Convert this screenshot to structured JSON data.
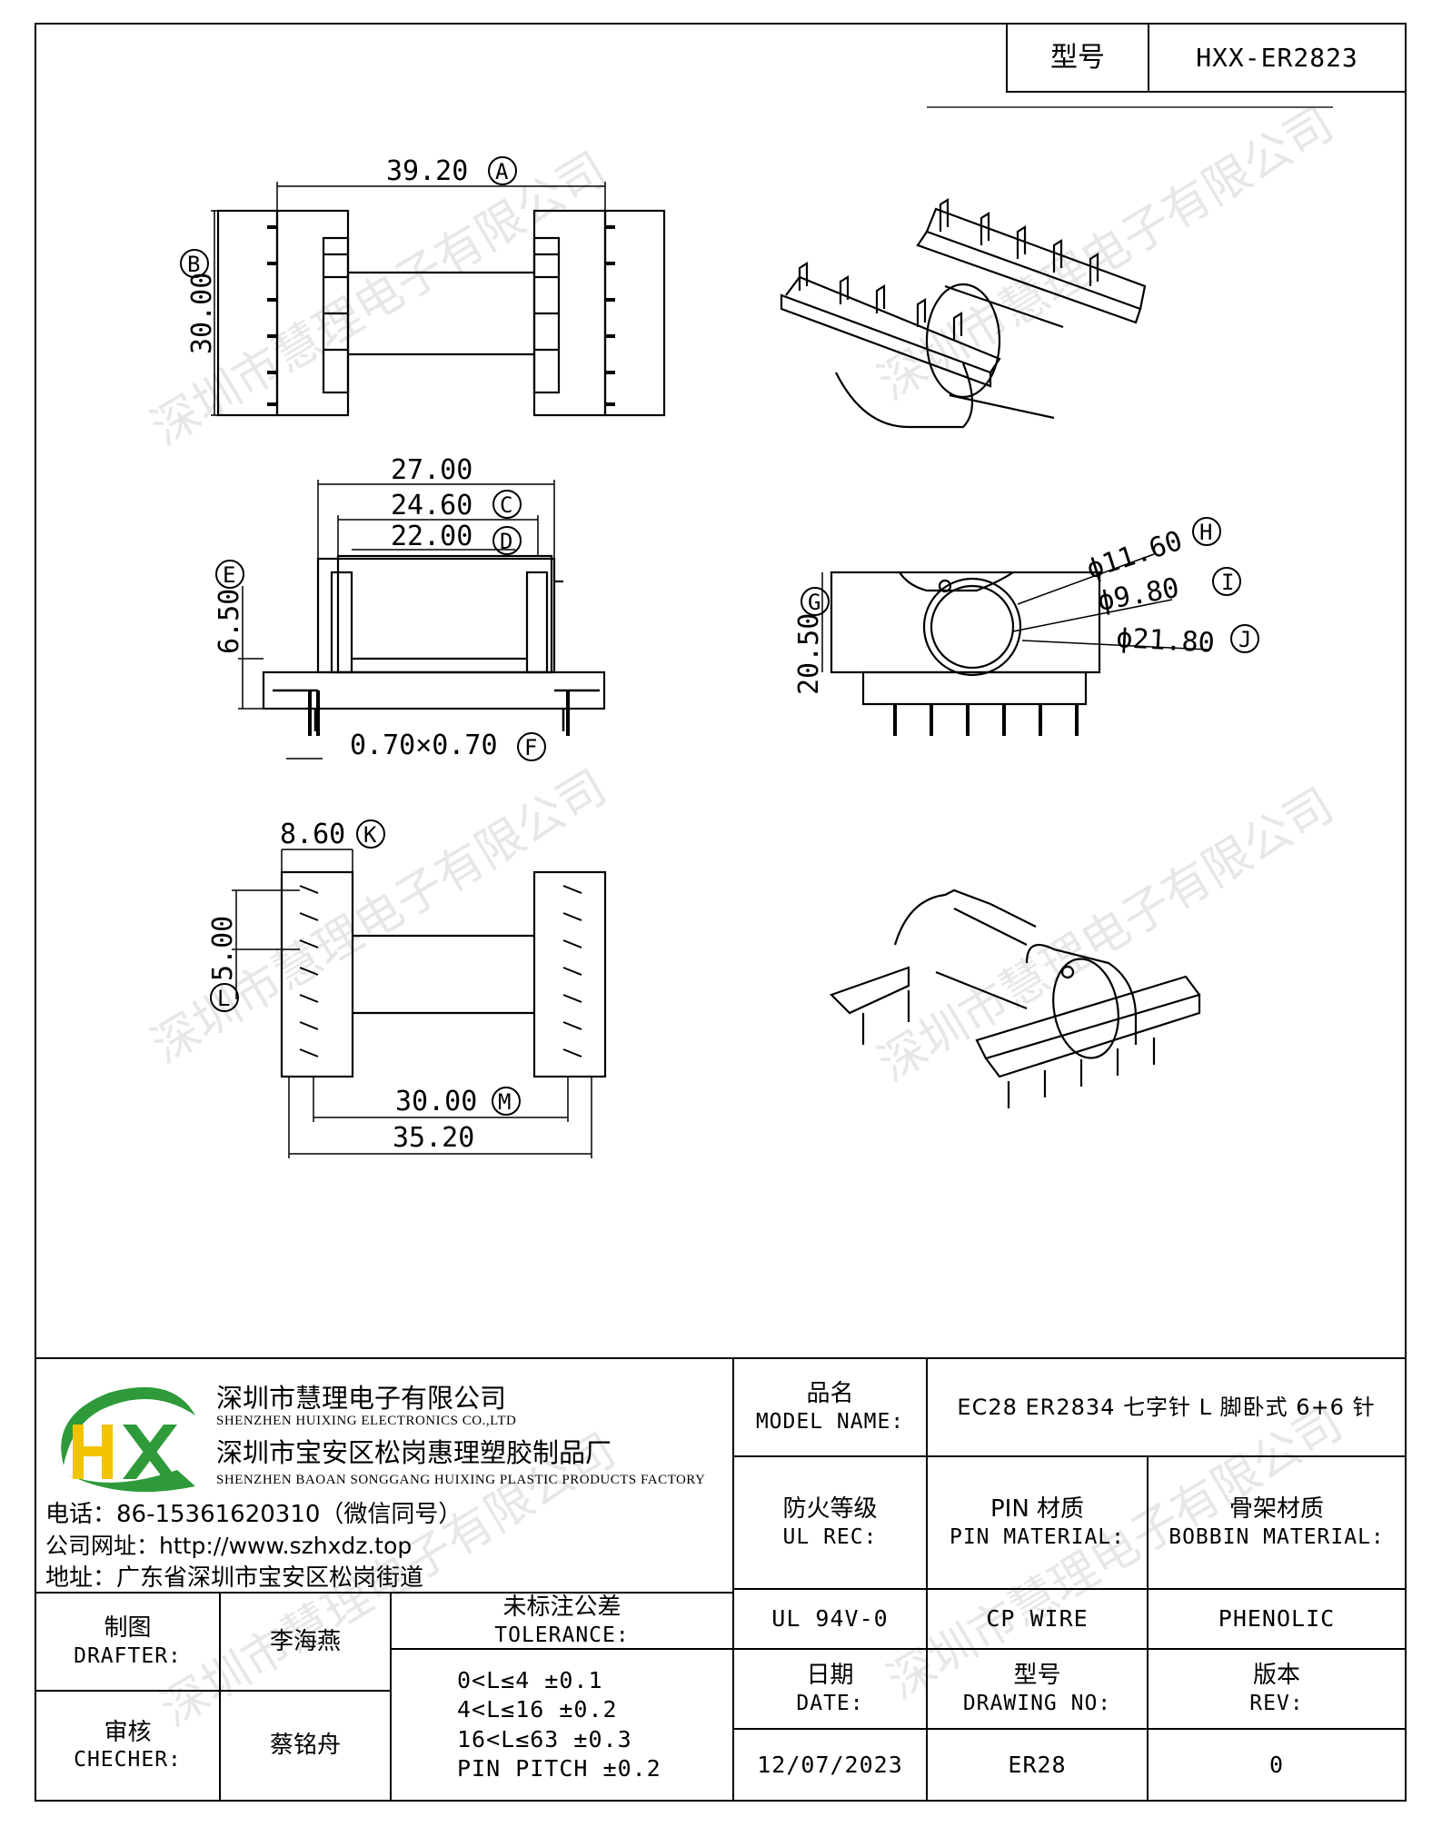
{
  "header": {
    "model_label": "型号",
    "model_value": "HXX-ER2823"
  },
  "dimensions": {
    "A": "39.20",
    "B": "30.00",
    "C": "24.60",
    "D": "22.00",
    "E": "6.50",
    "F": "0.70×0.70",
    "G": "20.50",
    "H": "ϕ11.60",
    "I": "ϕ9.80",
    "J": "ϕ21.80",
    "K": "8.60",
    "L": "5.00",
    "M": "30.00",
    "overall_width_top": "27.00",
    "overall_width_bottom": "35.20"
  },
  "dimension_letters": [
    "A",
    "B",
    "C",
    "D",
    "E",
    "F",
    "G",
    "H",
    "I",
    "J",
    "K",
    "L",
    "M"
  ],
  "company": {
    "name_cn": "深圳市慧理电子有限公司",
    "name_en": "SHENZHEN HUIXING ELECTRONICS CO.,LTD",
    "factory_cn": "深圳市宝安区松岗惠理塑胶制品厂",
    "factory_en": "SHENZHEN BAOAN SONGGANG HUIXING PLASTIC PRODUCTS FACTORY",
    "phone": "电话：86-15361620310（微信同号）",
    "website": "公司网址：http://www.szhxdz.top",
    "address": "地址：广东省深圳市宝安区松岗街道",
    "logo_text": "HX",
    "logo_colors": {
      "green": "#2e9a3a",
      "yellow": "#f2c300"
    }
  },
  "title_block": {
    "model_name_cn": "品名",
    "model_name_en": "MODEL NAME:",
    "model_name_value": "EC28 ER2834 七字针 L 脚卧式 6+6 针",
    "ul_cn": "防火等级",
    "ul_en": "UL REC:",
    "pin_cn": "PIN 材质",
    "pin_en": "PIN MATERIAL:",
    "bobbin_cn": "骨架材质",
    "bobbin_en": "BOBBIN MATERIAL:",
    "ul_value": "UL 94V-0",
    "pin_value": "CP WIRE",
    "bobbin_value": "PHENOLIC",
    "date_cn": "日期",
    "date_en": "DATE:",
    "date_value": "12/07/2023",
    "drawing_cn": "型号",
    "drawing_en": "DRAWING NO:",
    "drawing_value": "ER28",
    "rev_cn": "版本",
    "rev_en": "REV:",
    "rev_value": "0",
    "drafter_cn": "制图",
    "drafter_en": "DRAFTER:",
    "drafter_value": "李海燕",
    "checker_cn": "审核",
    "checker_en": "CHECHER:",
    "checker_value": "蔡铭舟",
    "tolerance_cn": "未标注公差",
    "tolerance_en": "TOLERANCE:",
    "tolerance_lines": [
      "0<L≤4   ±0.1",
      "4<L≤16  ±0.2",
      "16<L≤63  ±0.3",
      "PIN PITCH ±0.2"
    ]
  },
  "watermark": "深圳市慧理电子有限公司"
}
